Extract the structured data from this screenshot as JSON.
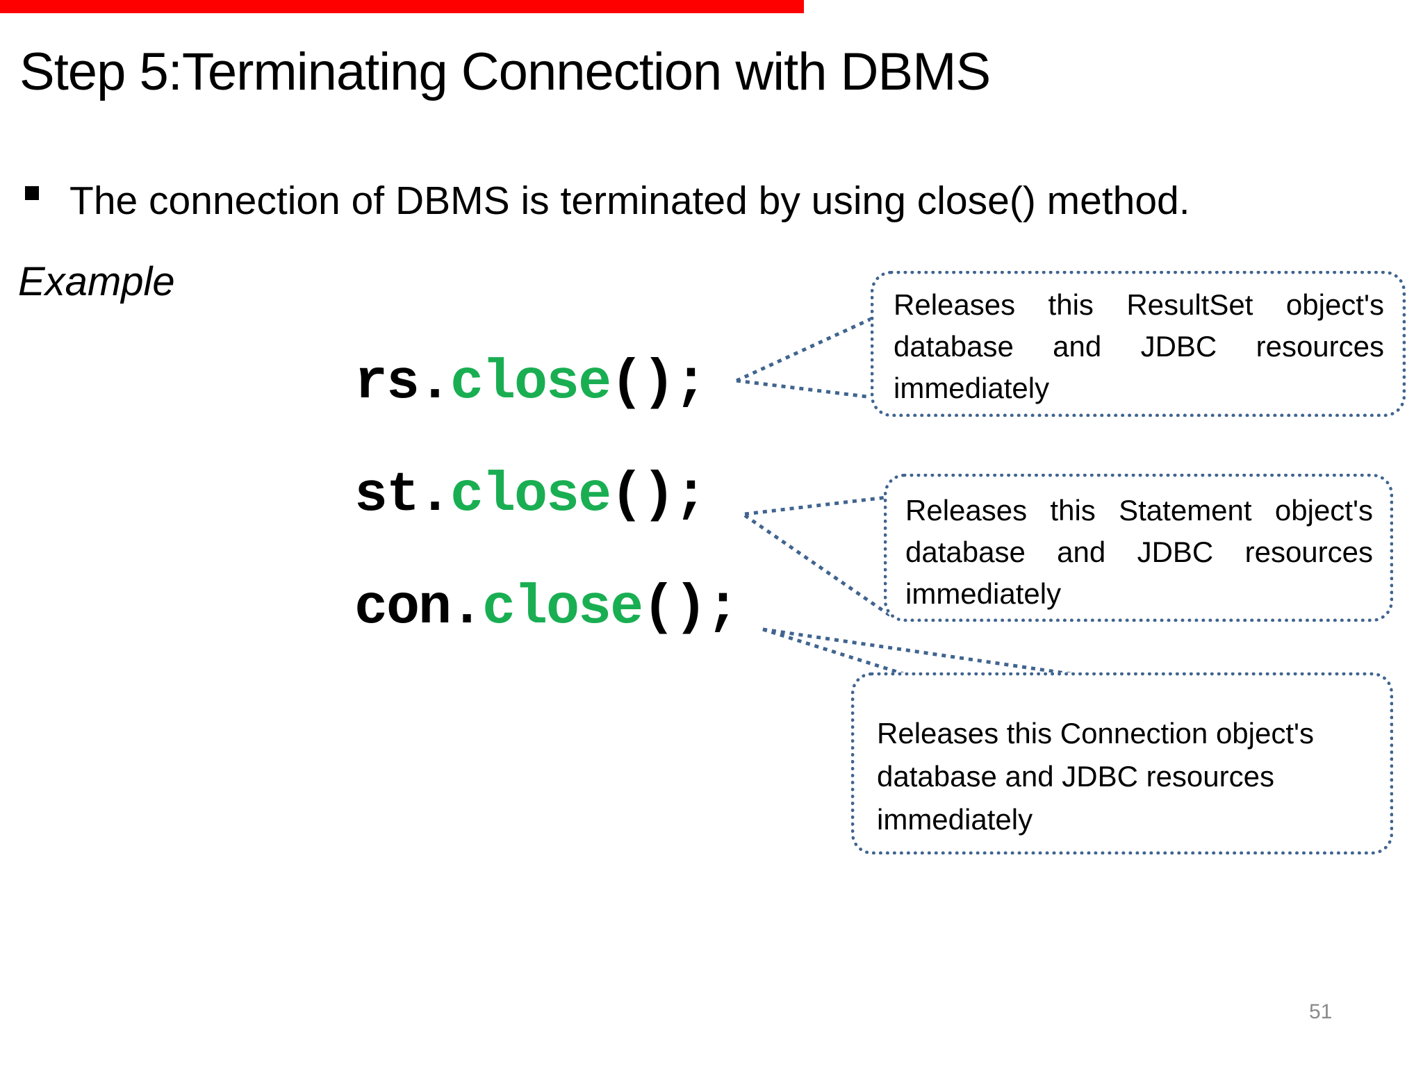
{
  "slide": {
    "title": "Step 5:Terminating Connection with DBMS",
    "bullet_text": "The connection of DBMS is terminated by using close() method.",
    "example_label": "Example",
    "page_number": "51"
  },
  "code_lines": [
    {
      "prefix": "rs.",
      "method": "close",
      "suffix": "();"
    },
    {
      "prefix": "st.",
      "method": "close",
      "suffix": "();"
    },
    {
      "prefix": "con.",
      "method": "close",
      "suffix": "();"
    }
  ],
  "callouts": [
    {
      "text": "Releases this ResultSet object's database and JDBC resources immediately"
    },
    {
      "text": "Releases this Statement object's database and JDBC resources immediately"
    },
    {
      "text": "Releases this Connection object's database and JDBC resources immediately"
    }
  ],
  "colors": {
    "accent_red": "#fe0000",
    "code_green": "#19ae52",
    "callout_blue": "#40648f",
    "page_number_gray": "#8a8a8a"
  }
}
